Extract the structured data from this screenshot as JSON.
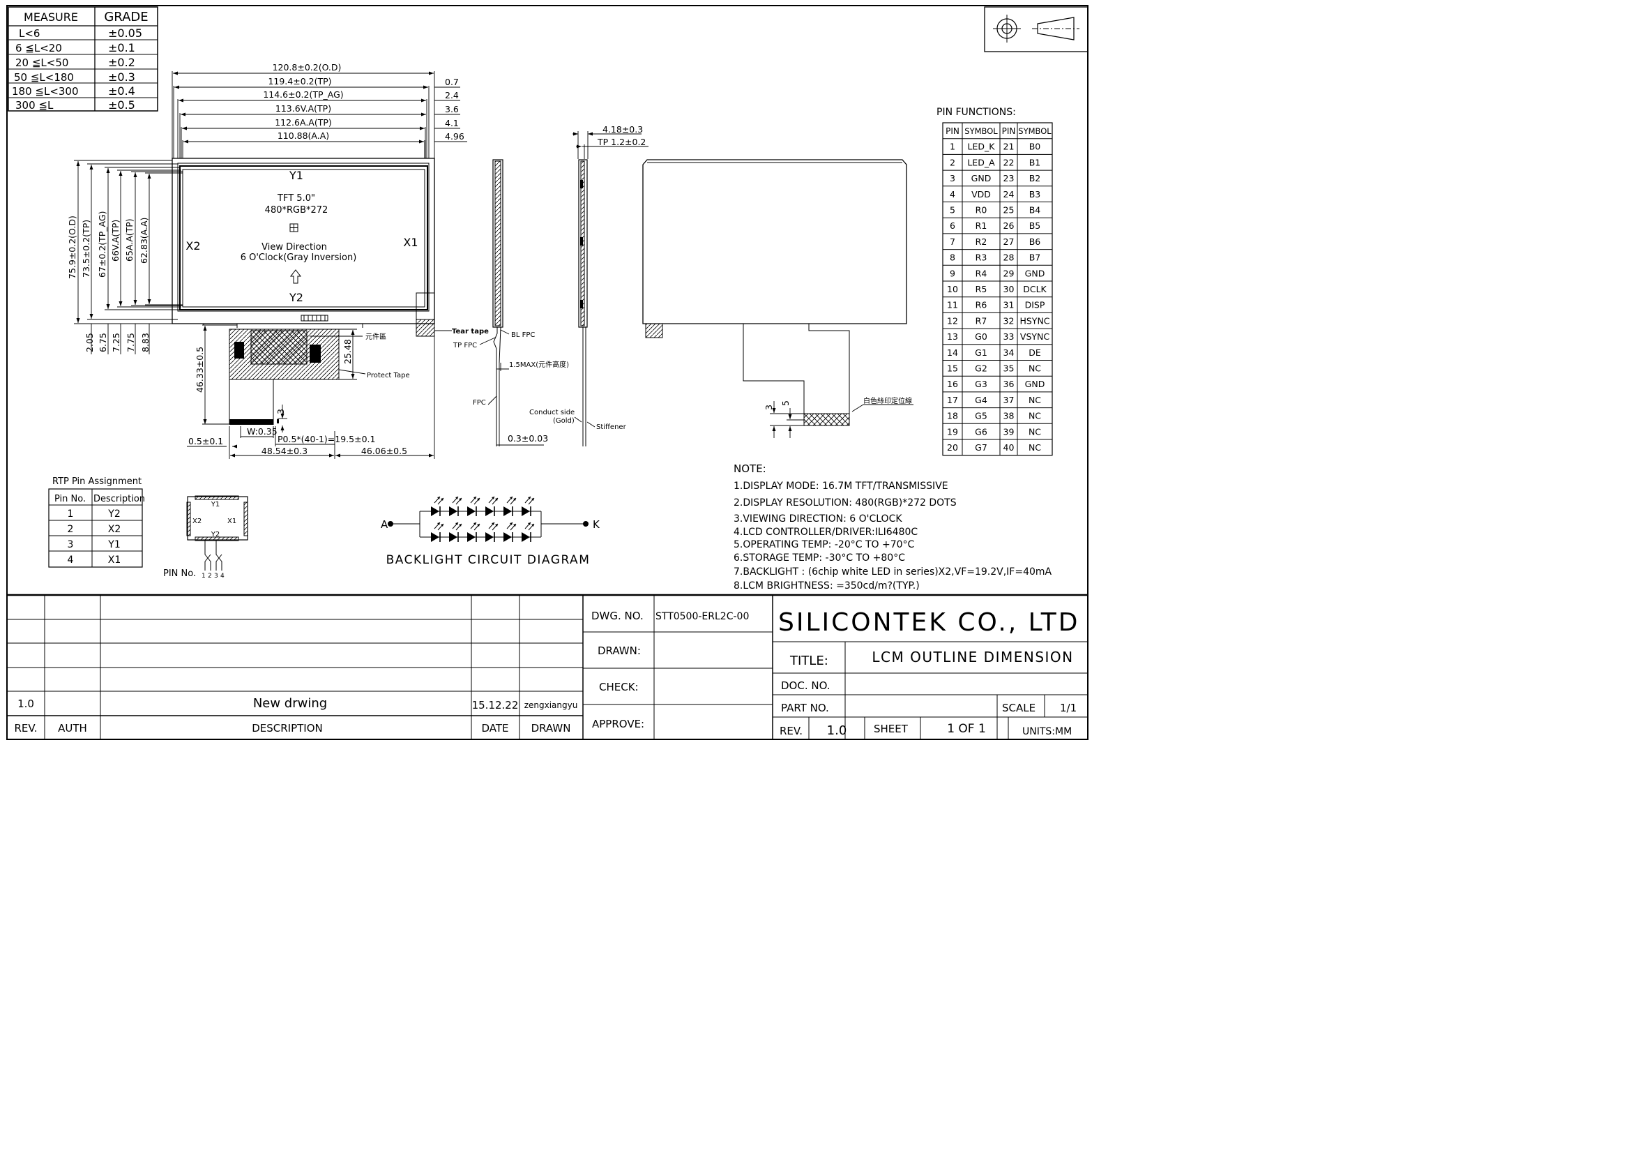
{
  "tolerance_table": {
    "headers": [
      "MEASURE",
      "GRADE"
    ],
    "rows": [
      [
        "L<6",
        "±0.05"
      ],
      [
        "6 ≦L<20",
        "±0.1"
      ],
      [
        "20 ≦L<50",
        "±0.2"
      ],
      [
        "50 ≦L<180",
        "±0.3"
      ],
      [
        "180 ≦L<300",
        "±0.4"
      ],
      [
        "300 ≦L",
        "±0.5"
      ]
    ]
  },
  "front_view": {
    "horizontal_dims": [
      "120.8±0.2(O.D)",
      "119.4±0.2(TP)",
      "114.6±0.2(TP_AG)",
      "113.6V.A(TP)",
      "112.6A.A(TP)",
      "110.88(A.A)"
    ],
    "right_offsets": [
      "0.7",
      "2.4",
      "3.6",
      "4.1",
      "4.96"
    ],
    "vertical_dims": [
      "75.9±0.2(O.D)",
      "73.5±0.2(TP)",
      "67±0.2(TP_AG)",
      "66V.A(TP)",
      "65A.A(TP)",
      "62.83(A.A)"
    ],
    "bottom_offsets": [
      "2.05",
      "6.75",
      "7.25",
      "7.75",
      "8.83"
    ],
    "axis_labels": {
      "y1": "Y1",
      "y2": "Y2",
      "x1": "X1",
      "x2": "X2"
    },
    "panel_size": "TFT 5.0\"",
    "resolution": "480*RGB*272",
    "view_direction": "View Direction",
    "view_direction_detail": "6 O'Clock(Gray Inversion)",
    "fpc_length": "46.33±0.5",
    "fpc_height": "25.48",
    "fpc_dim_3": "3",
    "pin_width": "W:0.35",
    "pitch": "P0.5*(40-1)=19.5±0.1",
    "left_offset": "0.5±0.1",
    "width_left": "48.54±0.3",
    "width_right": "46.06±0.5",
    "component_area_label": "元件區",
    "protect_tape_label": "Protect Tape",
    "tear_tape_label": "Tear tape"
  },
  "side_view": {
    "thickness": "4.18±0.3",
    "tp_thickness": "TP 1.2±0.2",
    "bl_fpc": "BL FPC",
    "tp_fpc": "TP FPC",
    "max_height": "1.5MAX(元件高度)",
    "fpc": "FPC",
    "conduct_side": "Conduct side",
    "gold": "(Gold)",
    "stiffener": "Stiffener",
    "fpc_thickness": "0.3±0.03"
  },
  "back_view": {
    "dim_3": "3",
    "dim_5": "5",
    "silkscreen_label": "白色絲印定位線"
  },
  "pin_functions": {
    "title": "PIN FUNCTIONS:",
    "headers": [
      "PIN",
      "SYMBOL",
      "PIN",
      "SYMBOL"
    ],
    "rows": [
      [
        "1",
        "LED_K",
        "21",
        "B0"
      ],
      [
        "2",
        "LED_A",
        "22",
        "B1"
      ],
      [
        "3",
        "GND",
        "23",
        "B2"
      ],
      [
        "4",
        "VDD",
        "24",
        "B3"
      ],
      [
        "5",
        "R0",
        "25",
        "B4"
      ],
      [
        "6",
        "R1",
        "26",
        "B5"
      ],
      [
        "7",
        "R2",
        "27",
        "B6"
      ],
      [
        "8",
        "R3",
        "28",
        "B7"
      ],
      [
        "9",
        "R4",
        "29",
        "GND"
      ],
      [
        "10",
        "R5",
        "30",
        "DCLK"
      ],
      [
        "11",
        "R6",
        "31",
        "DISP"
      ],
      [
        "12",
        "R7",
        "32",
        "HSYNC"
      ],
      [
        "13",
        "G0",
        "33",
        "VSYNC"
      ],
      [
        "14",
        "G1",
        "34",
        "DE"
      ],
      [
        "15",
        "G2",
        "35",
        "NC"
      ],
      [
        "16",
        "G3",
        "36",
        "GND"
      ],
      [
        "17",
        "G4",
        "37",
        "NC"
      ],
      [
        "18",
        "G5",
        "38",
        "NC"
      ],
      [
        "19",
        "G6",
        "39",
        "NC"
      ],
      [
        "20",
        "G7",
        "40",
        "NC"
      ]
    ]
  },
  "notes": {
    "title": "NOTE:",
    "items": [
      "1.DISPLAY MODE: 16.7M TFT/TRANSMISSIVE",
      "2.DISPLAY RESOLUTION: 480(RGB)*272 DOTS",
      "3.VIEWING DIRECTION: 6 O'CLOCK",
      "4.LCD CONTROLLER/DRIVER:ILI6480C",
      "5.OPERATING TEMP: -20°C TO +70°C",
      "6.STORAGE TEMP: -30°C TO +80°C",
      "7.BACKLIGHT : (6chip white LED in series)X2,VF=19.2V,IF=40mA",
      "8.LCM BRIGHTNESS: =350cd/m?(TYP.)"
    ]
  },
  "rtp": {
    "title": "RTP Pin Assignment",
    "headers": [
      "Pin No.",
      "Description"
    ],
    "rows": [
      [
        "1",
        "Y2"
      ],
      [
        "2",
        "X2"
      ],
      [
        "3",
        "Y1"
      ],
      [
        "4",
        "X1"
      ]
    ],
    "labels": {
      "y1": "Y1",
      "y2": "Y2",
      "x1": "X1",
      "x2": "X2"
    },
    "pin_no_label": "PIN No.",
    "pin_numbers": [
      "1",
      "2",
      "3",
      "4"
    ]
  },
  "backlight": {
    "title": "BACKLIGHT CIRCUIT DIAGRAM",
    "anode": "A",
    "cathode": "K"
  },
  "title_block": {
    "revision_row": {
      "rev": "1.0",
      "description": "New drwing",
      "date": "15.12.22",
      "drawn": "zengxiangyu"
    },
    "revision_headers": {
      "rev": "REV.",
      "auth": "AUTH",
      "description": "DESCRIPTION",
      "date": "DATE",
      "drawn": "DRAWN"
    },
    "dwg_no_label": "DWG. NO.",
    "dwg_no": "STT0500-ERL2C-00",
    "drawn_label": "DRAWN:",
    "check_label": "CHECK:",
    "approve_label": "APPROVE:",
    "company": "SILICONTEK CO., LTD",
    "title_label": "TITLE:",
    "title": "LCM OUTLINE DIMENSION",
    "doc_no_label": "DOC. NO.",
    "part_no_label": "PART NO.",
    "scale_label": "SCALE",
    "scale": "1/1",
    "rev_label": "REV.",
    "rev": "1.0",
    "sheet_label": "SHEET",
    "sheet": "1 OF 1",
    "units": "UNITS:MM"
  }
}
